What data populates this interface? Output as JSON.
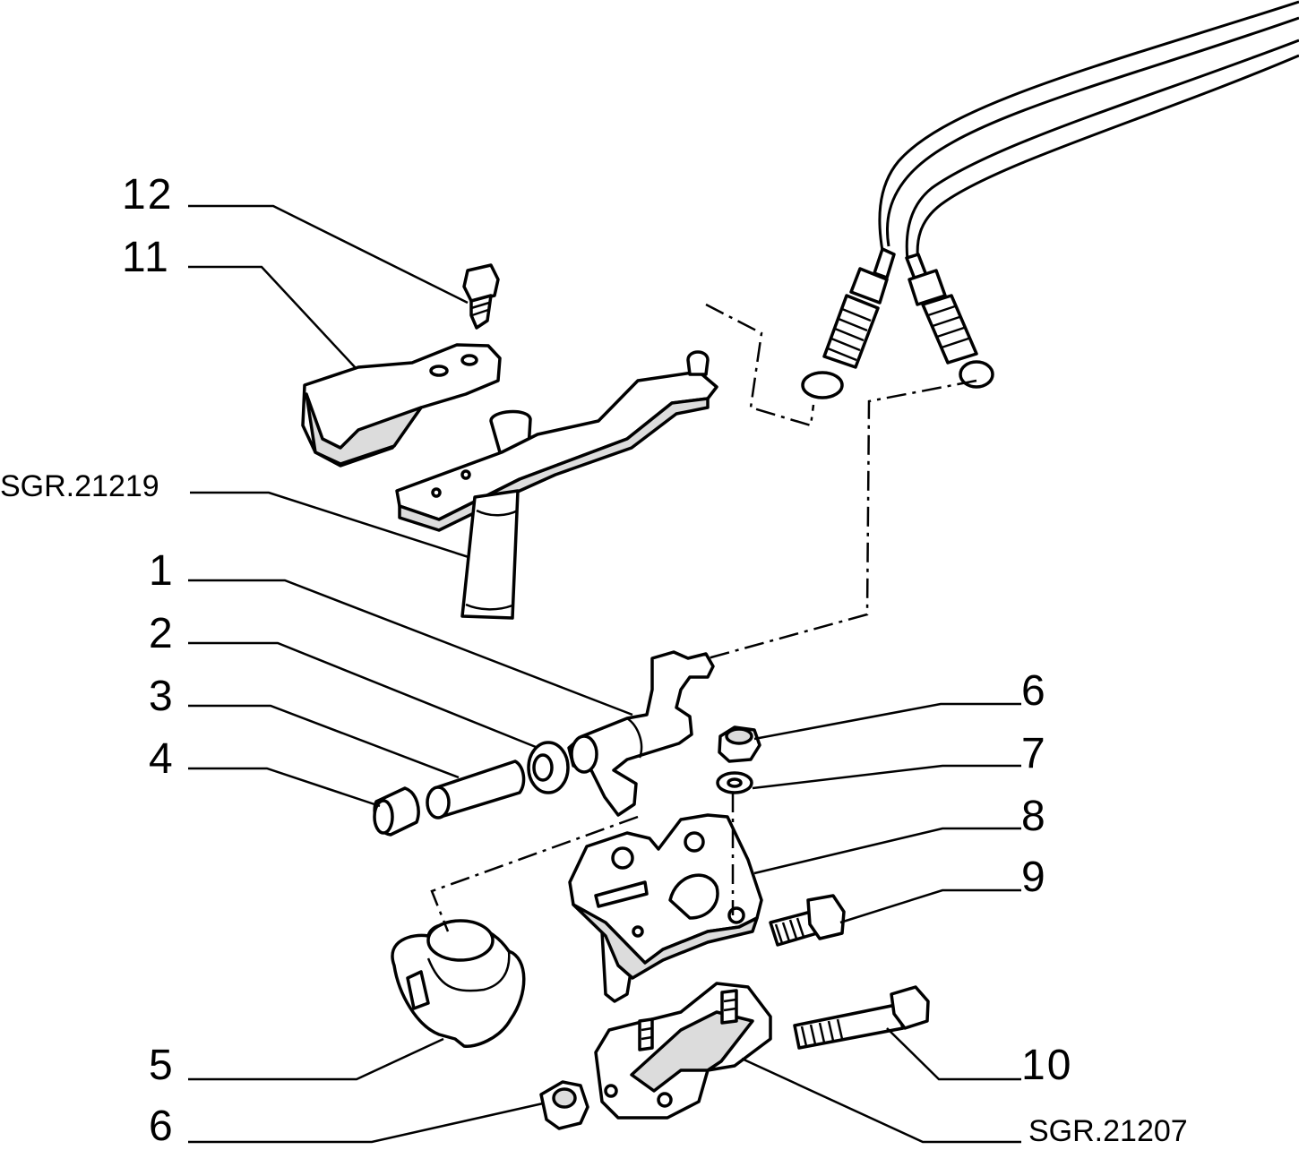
{
  "callouts": {
    "c12": "12",
    "c11": "11",
    "c1": "1",
    "c2": "2",
    "c3": "3",
    "c4": "4",
    "c5": "5",
    "c6_top": "6",
    "c6_bottom": "6",
    "c7": "7",
    "c8": "8",
    "c9": "9",
    "c10": "10"
  },
  "references": {
    "ref_upper": "SGR.21219",
    "ref_lower": "SGR.21207"
  }
}
